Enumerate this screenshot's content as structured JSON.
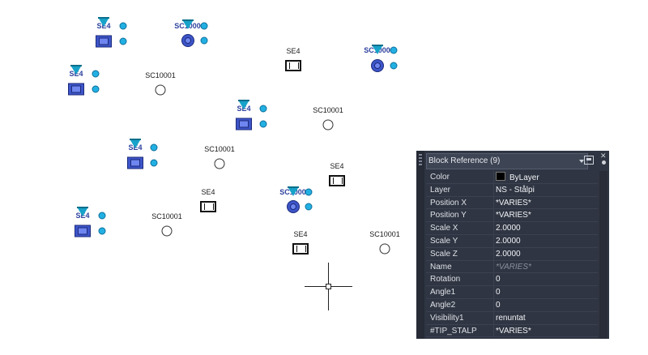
{
  "labels": {
    "se4": "SE4",
    "sc10001": "SC10001"
  },
  "palette": {
    "title": "Block Reference (9)",
    "properties": [
      {
        "name": "Color",
        "value": "ByLayer",
        "swatch": "#000000"
      },
      {
        "name": "Layer",
        "value": "NS - Stålpi"
      },
      {
        "name": "Position X",
        "value": "*VARIES*"
      },
      {
        "name": "Position Y",
        "value": "*VARIES*"
      },
      {
        "name": "Scale X",
        "value": "2.0000"
      },
      {
        "name": "Scale Y",
        "value": "2.0000"
      },
      {
        "name": "Scale Z",
        "value": "2.0000"
      },
      {
        "name": "Name",
        "value": "*VARIES*",
        "dim": true
      },
      {
        "name": "Rotation",
        "value": "0"
      },
      {
        "name": "Angle1",
        "value": "0"
      },
      {
        "name": "Angle2",
        "value": "0"
      },
      {
        "name": "Visibility1",
        "value": "renuntat"
      },
      {
        "name": "#TIP_STALP",
        "value": "*VARIES*"
      }
    ]
  },
  "colors": {
    "grip": "#22b0e3",
    "selected": "#3d55c9",
    "palette_bg": "#2f3542"
  }
}
